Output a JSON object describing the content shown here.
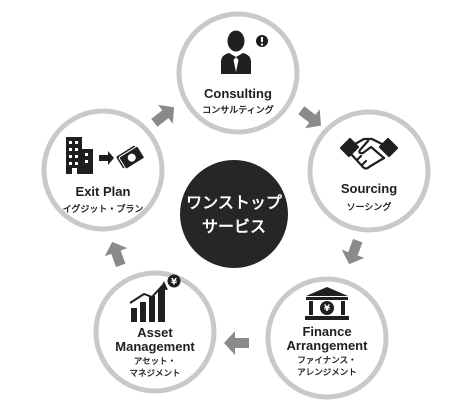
{
  "center": {
    "line1": "ワンストップ",
    "line2": "サービス"
  },
  "nodes": [
    {
      "id": "consulting",
      "title": "Consulting",
      "subtitle": "コンサルティング",
      "icon": "businessman-alert-icon"
    },
    {
      "id": "sourcing",
      "title": "Sourcing",
      "subtitle": "ソーシング",
      "icon": "handshake-icon"
    },
    {
      "id": "finance",
      "title_line1": "Finance",
      "title_line2": "Arrangement",
      "subtitle_line1": "ファイナンス・",
      "subtitle_line2": "アレンジメント",
      "icon": "bank-yen-icon"
    },
    {
      "id": "asset",
      "title_line1": "Asset",
      "title_line2": "Management",
      "subtitle_line1": "アセット・",
      "subtitle_line2": "マネジメント",
      "icon": "growth-chart-yen-icon"
    },
    {
      "id": "exit",
      "title": "Exit Plan",
      "subtitle": "イグジット・プラン",
      "icon": "building-to-money-icon"
    }
  ],
  "colors": {
    "ring": "#c9c9c9",
    "arrow": "#8a8a8a",
    "center": "#262626",
    "icon": "#1f1f1f",
    "text": "#1f1f1f"
  }
}
